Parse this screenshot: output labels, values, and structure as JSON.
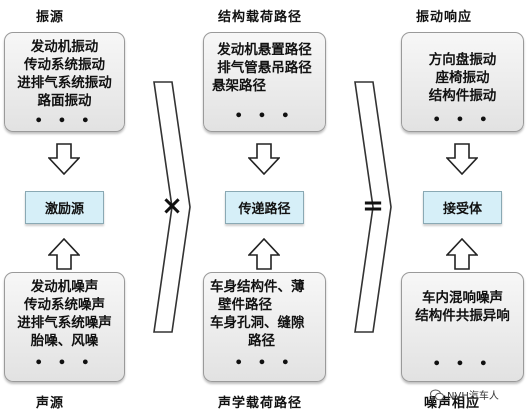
{
  "columns": [
    {
      "top_heading": "振源",
      "top_items": [
        "发动机振动",
        "传动系统振动",
        "进排气系统振动",
        "路面振动"
      ],
      "center": "激励源",
      "bottom_items": [
        "发动机噪声",
        "传动系统噪声",
        "进排气系统噪声",
        "胎噪、风噪"
      ],
      "bottom_heading": "声源"
    },
    {
      "top_heading": "结构载荷路径",
      "top_items": [
        "发动机悬置路径",
        "排气管悬吊路径",
        "悬架路径"
      ],
      "center": "传递路径",
      "bottom_items": [
        "车身结构件、薄",
        "壁件路径",
        "车身孔洞、缝隙",
        "路径"
      ],
      "bottom_heading": "声学载荷路径"
    },
    {
      "top_heading": "振动响应",
      "top_items": [
        "方向盘振动",
        "座椅振动",
        "结构件振动"
      ],
      "center": "接受体",
      "bottom_items": [
        "车内混响噪声",
        "结构件共振异响"
      ],
      "bottom_heading": "噪声相应"
    }
  ],
  "ellipsis": "• • •",
  "operators": {
    "multiply": "×",
    "equals": "="
  },
  "watermark": "NVH汽车人"
}
